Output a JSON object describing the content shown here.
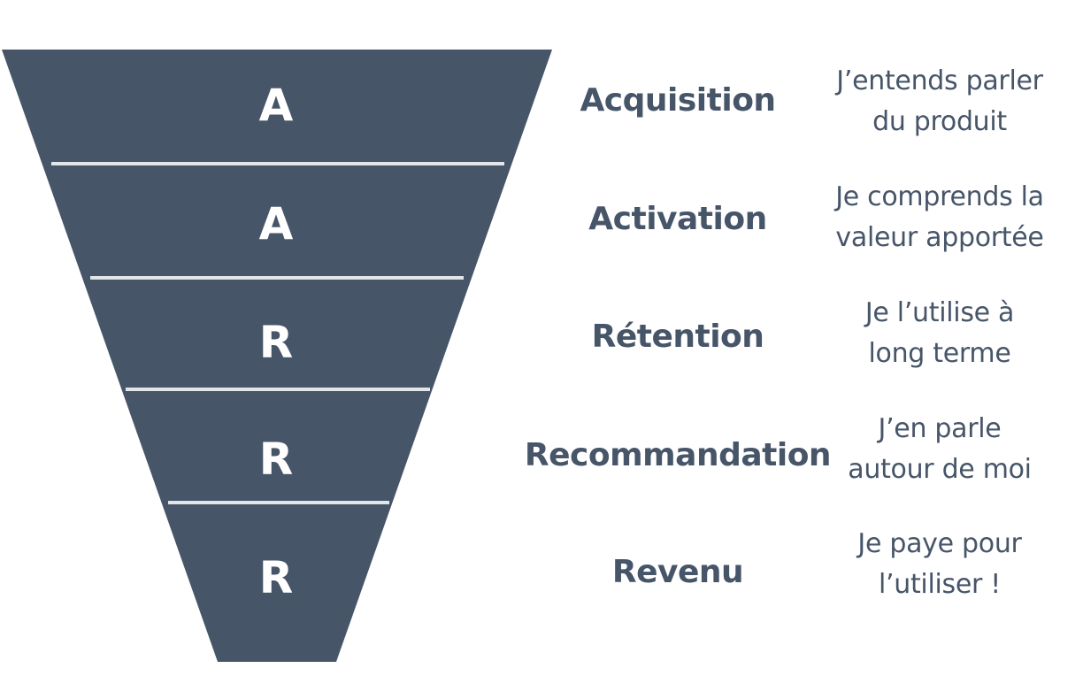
{
  "colors": {
    "funnel": "#475569",
    "separator": "#e2e5ea",
    "text_dark": "#475569",
    "text_light": "#ffffff"
  },
  "stages": [
    {
      "letter": "A",
      "name": "Acquisition",
      "desc_line1": "J’entends parler",
      "desc_line2": "du produit"
    },
    {
      "letter": "A",
      "name": "Activation",
      "desc_line1": "Je comprends la",
      "desc_line2": "valeur apportée"
    },
    {
      "letter": "R",
      "name": "Rétention",
      "desc_line1": "Je l’utilise à",
      "desc_line2": "long terme"
    },
    {
      "letter": "R",
      "name": "Recommandation",
      "desc_line1": "J’en parle",
      "desc_line2": "autour de moi"
    },
    {
      "letter": "R",
      "name": "Revenu",
      "desc_line1": "Je paye pour",
      "desc_line2": "l’utiliser !"
    }
  ]
}
